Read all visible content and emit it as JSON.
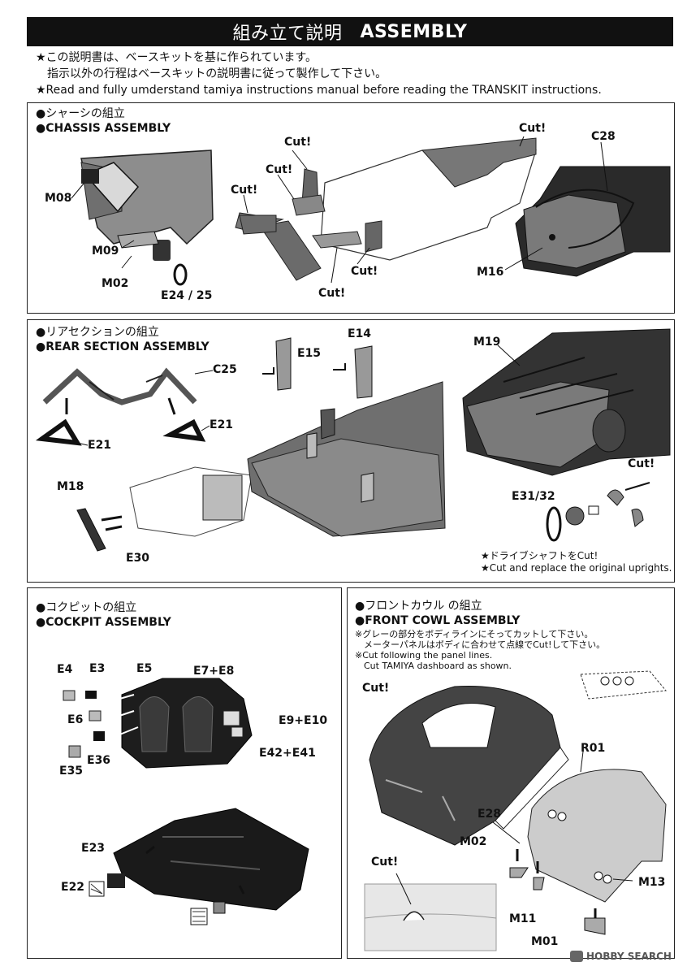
{
  "header": {
    "title_jp": "組み立て説明",
    "title_en": "ASSEMBLY"
  },
  "intro": {
    "line1": "★この説明書は、ベースキットを基に作られています。",
    "line2": "　指示以外の行程はベースキットの説明書に従って製作して下さい。",
    "line3": "★Read and fully umderstand tamiya instructions manual before reading the TRANSKIT instructions."
  },
  "chassis": {
    "title_jp": "●シャーシの組立",
    "title_en": "●CHASSIS ASSEMBLY",
    "labels": {
      "m08": "M08",
      "m09": "M09",
      "m02": "M02",
      "e24_25": "E24 / 25",
      "cut1": "Cut!",
      "cut2": "Cut!",
      "cut3": "Cut!",
      "cut4": "Cut!",
      "cut5": "Cut!",
      "cut6": "Cut!",
      "c28": "C28",
      "m16": "M16"
    }
  },
  "rear": {
    "title_jp": "●リアセクションの組立",
    "title_en": "●REAR SECTION ASSEMBLY",
    "labels": {
      "c25": "C25",
      "e21a": "E21",
      "e21b": "E21",
      "m18": "M18",
      "e30": "E30",
      "e15": "E15",
      "e14": "E14",
      "m19": "M19",
      "cut": "Cut!",
      "e31_32": "E31/32"
    },
    "note1": "★ドライブシャフトをCut!",
    "note2": "★Cut and replace the original uprights."
  },
  "cockpit": {
    "title_jp": "●コクピットの組立",
    "title_en": "●COCKPIT ASSEMBLY",
    "labels": {
      "e4": "E4",
      "e3": "E3",
      "e5": "E5",
      "e7e8": "E7+E8",
      "e6": "E6",
      "e9e10": "E9+E10",
      "e42e41": "E42+E41",
      "e35": "E35",
      "e36": "E36",
      "e23": "E23",
      "e22": "E22"
    }
  },
  "cowl": {
    "title_jp": "●フロントカウル の組立",
    "title_en": "●FRONT COWL ASSEMBLY",
    "note1": "※グレーの部分をボディラインにそってカットして下さい。",
    "note2": "　メーターパネルはボディに合わせて点線でCut!して下さい。",
    "note3": "※Cut following the panel lines.",
    "note4": "　Cut TAMIYA dashboard as shown.",
    "labels": {
      "cut1": "Cut!",
      "r01": "R01",
      "e28": "E28",
      "m02": "M02",
      "m13": "M13",
      "cut2": "Cut!",
      "m11": "M11",
      "m01": "M01"
    }
  },
  "watermark": {
    "text": "HOBBY SEARCH"
  }
}
